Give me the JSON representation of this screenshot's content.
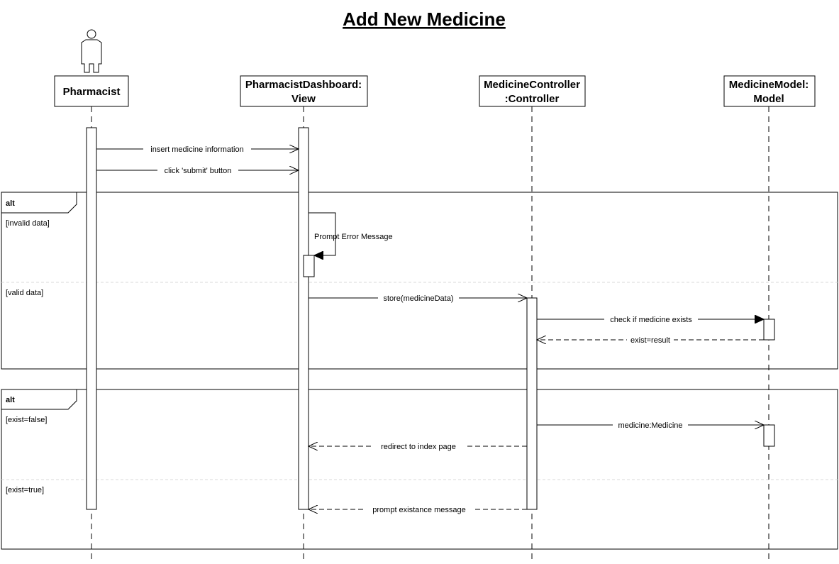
{
  "diagram": {
    "title": "Add New Medicine",
    "actor": {
      "label": "Pharmacist"
    },
    "lifelines": [
      {
        "line1": "PharmacistDashboard:",
        "line2": "View"
      },
      {
        "line1": "MedicineController",
        "line2": ":Controller"
      },
      {
        "line1": "MedicineModel:",
        "line2": "Model"
      }
    ],
    "messages": {
      "insert_info": "insert medicine information",
      "click_submit": "click 'submit' button",
      "prompt_error": "Prompt Error Message",
      "store": "store(medicineData)",
      "check_exists": "check if medicine exists",
      "exist_result": "exist=result",
      "medicine_new": "medicine:Medicine",
      "redirect": "redirect to index page",
      "prompt_existance": "prompt existance message"
    },
    "fragments": [
      {
        "operator": "alt",
        "guards": [
          "[invalid data]",
          "[valid data]"
        ]
      },
      {
        "operator": "alt",
        "guards": [
          "[exist=false]",
          "[exist=true]"
        ]
      }
    ]
  }
}
